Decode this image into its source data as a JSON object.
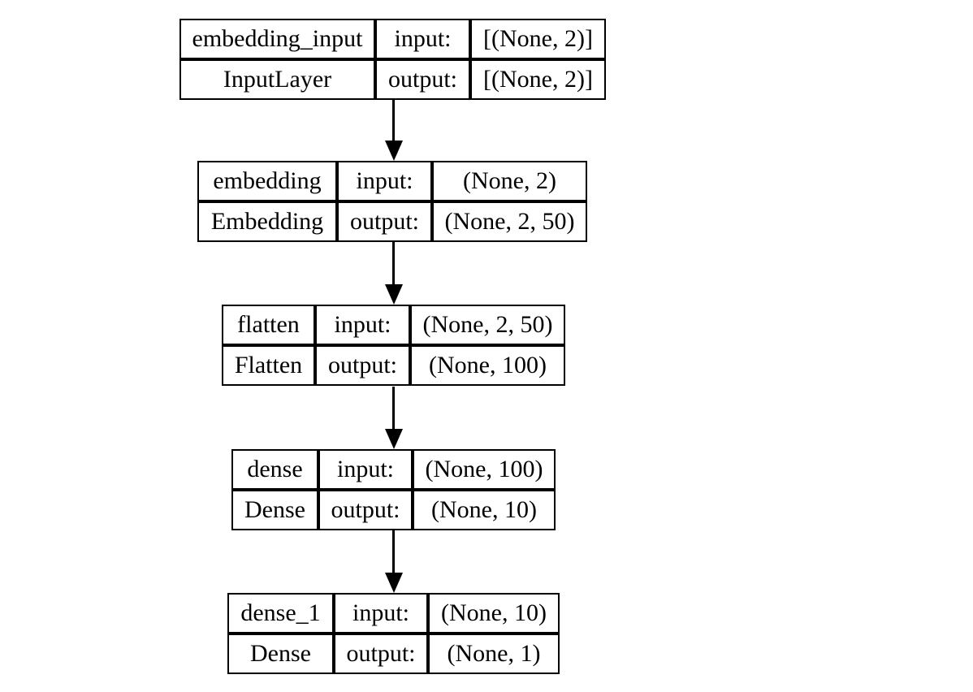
{
  "diagram": {
    "kind": "keras-model-architecture-plot",
    "colors": {
      "background": "#ffffff",
      "line": "#000000",
      "text": "#000000"
    },
    "layers": [
      {
        "name": "embedding_input",
        "type": "InputLayer",
        "input_label": "input:",
        "output_label": "output:",
        "input_shape": "[(None, 2)]",
        "output_shape": "[(None, 2)]"
      },
      {
        "name": "embedding",
        "type": "Embedding",
        "input_label": "input:",
        "output_label": "output:",
        "input_shape": "(None, 2)",
        "output_shape": "(None, 2, 50)"
      },
      {
        "name": "flatten",
        "type": "Flatten",
        "input_label": "input:",
        "output_label": "output:",
        "input_shape": "(None, 2, 50)",
        "output_shape": "(None, 100)"
      },
      {
        "name": "dense",
        "type": "Dense",
        "input_label": "input:",
        "output_label": "output:",
        "input_shape": "(None, 100)",
        "output_shape": "(None, 10)"
      },
      {
        "name": "dense_1",
        "type": "Dense",
        "input_label": "input:",
        "output_label": "output:",
        "input_shape": "(None, 10)",
        "output_shape": "(None, 1)"
      }
    ],
    "edges": [
      {
        "from": "embedding_input",
        "to": "embedding"
      },
      {
        "from": "embedding",
        "to": "flatten"
      },
      {
        "from": "flatten",
        "to": "dense"
      },
      {
        "from": "dense",
        "to": "dense_1"
      }
    ]
  }
}
